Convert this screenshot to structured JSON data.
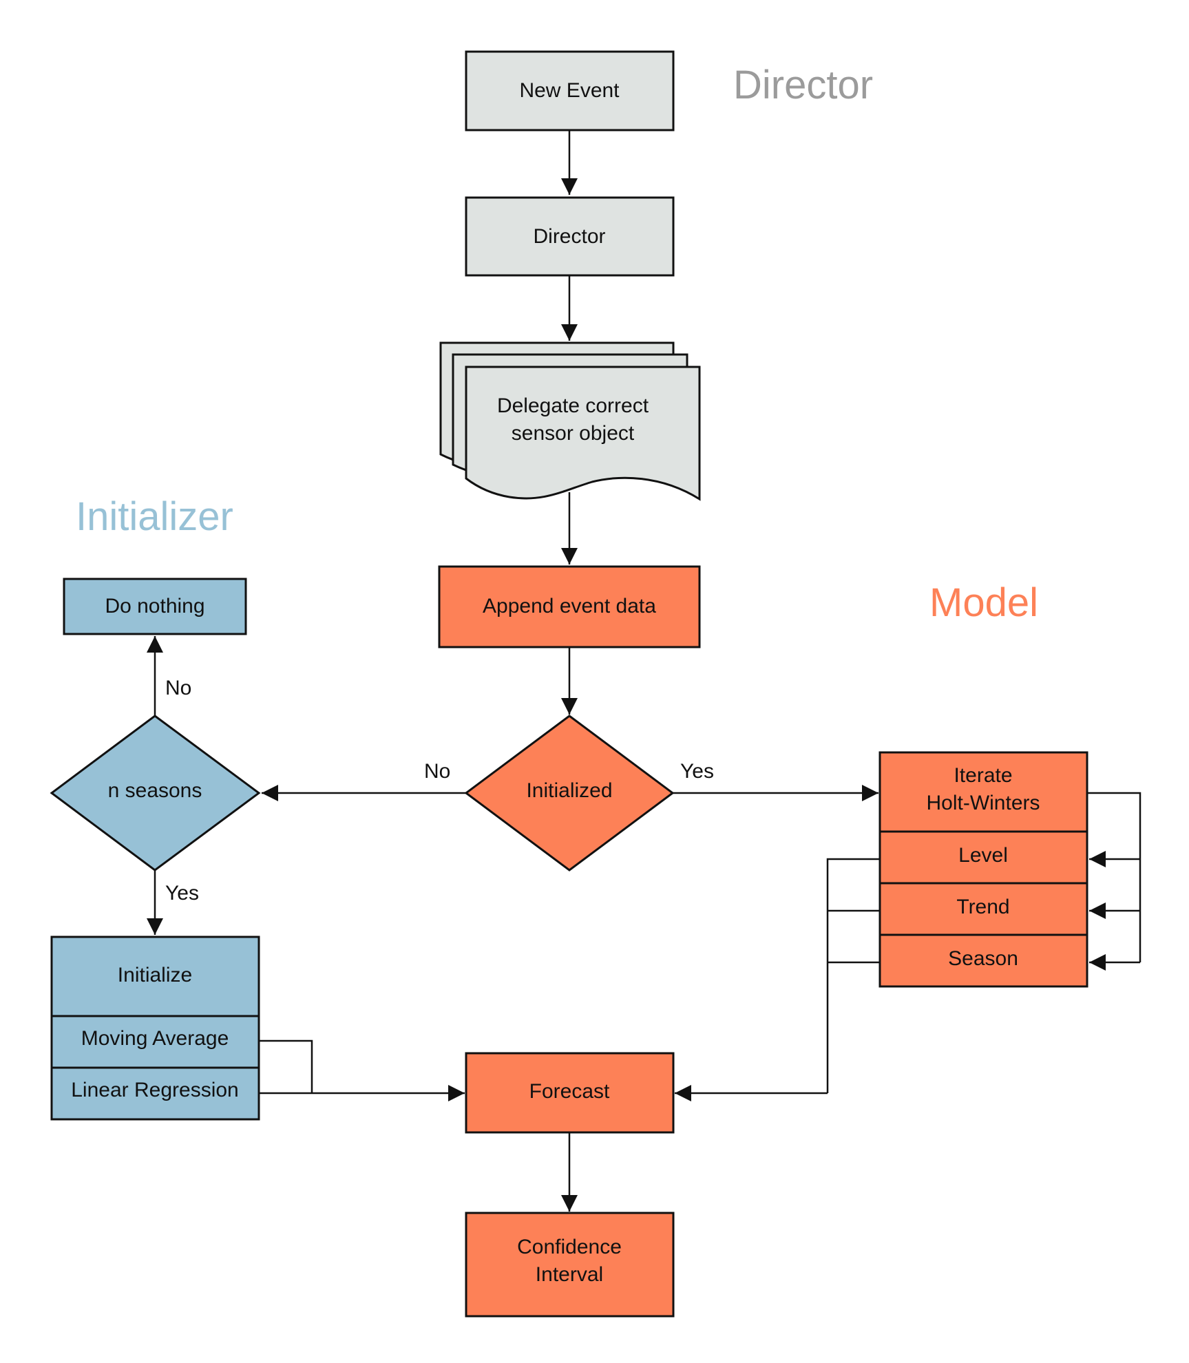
{
  "sections": {
    "director": "Director",
    "initializer": "Initializer",
    "model": "Model"
  },
  "nodes": {
    "new_event": "New Event",
    "director": "Director",
    "delegate": [
      "Delegate correct",
      "sensor object"
    ],
    "append": "Append event data",
    "initialized": "Initialized",
    "n_seasons": "n seasons",
    "do_nothing": "Do nothing",
    "initialize": "Initialize",
    "moving_average": "Moving Average",
    "linear_regression": "Linear Regression",
    "iterate": [
      "Iterate",
      "Holt-Winters"
    ],
    "level": "Level",
    "trend": "Trend",
    "season": "Season",
    "forecast": "Forecast",
    "confidence": [
      "Confidence",
      "Interval"
    ]
  },
  "edge_labels": {
    "no_left": "No",
    "yes_right": "Yes",
    "no_up": "No",
    "yes_down": "Yes"
  },
  "colors": {
    "director_fill": "#DFE3E1",
    "model_fill": "#FD8157",
    "initializer_fill": "#97C1D6",
    "director_title": "#9B9B9B",
    "initializer_title": "#97C1D6",
    "model_title": "#FD8157"
  }
}
